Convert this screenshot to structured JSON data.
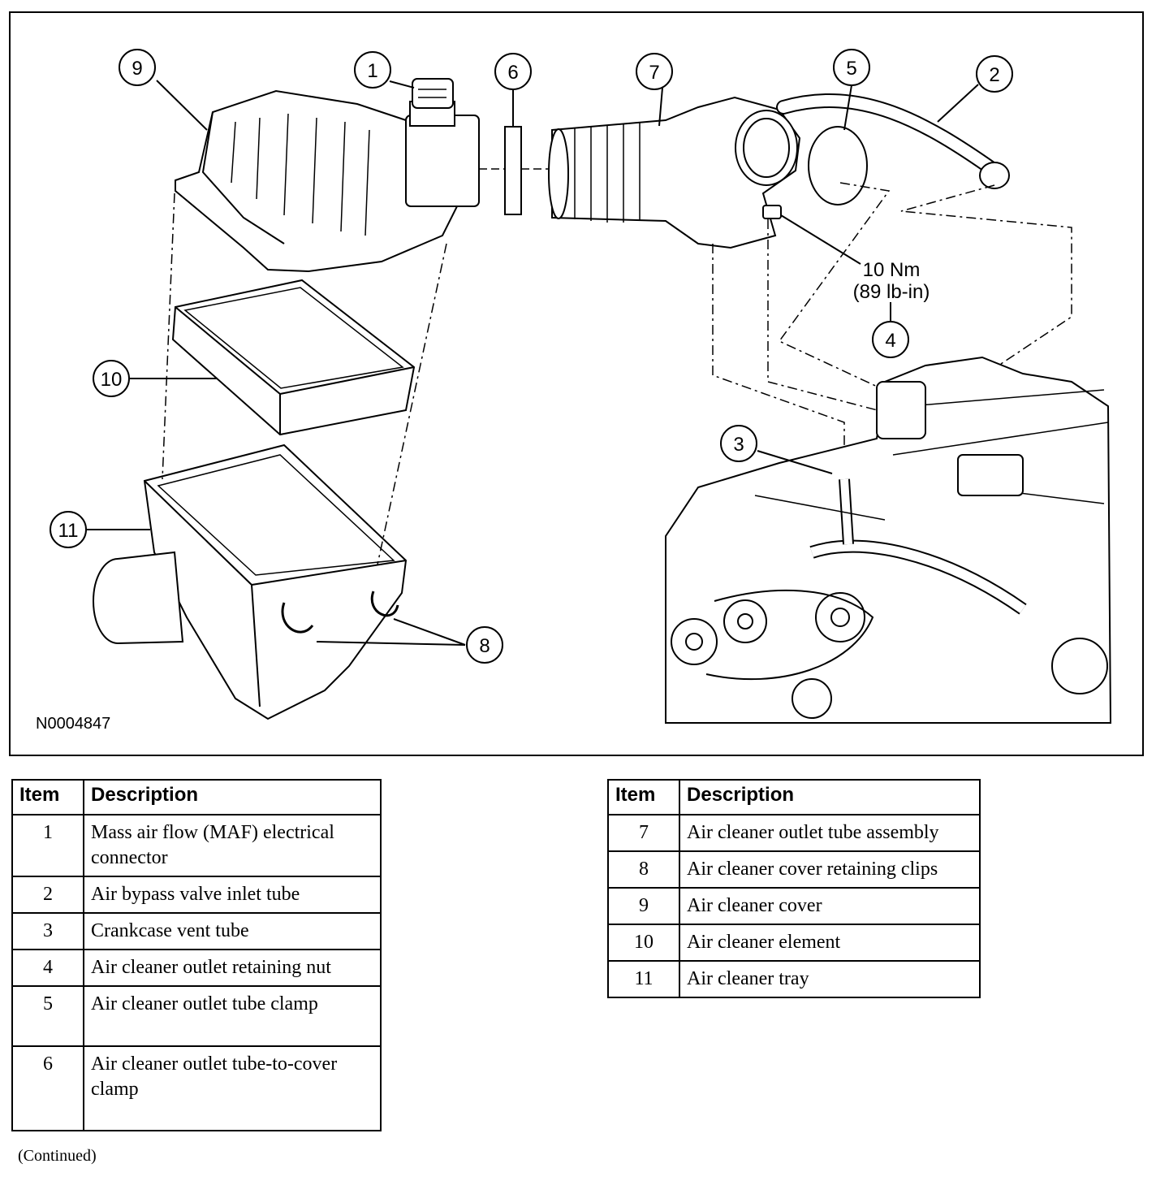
{
  "figure": {
    "id": "N0004847",
    "callouts": [
      "1",
      "2",
      "3",
      "4",
      "5",
      "6",
      "7",
      "8",
      "9",
      "10",
      "11"
    ],
    "torque_line1": "10 Nm",
    "torque_line2": "(89 lb-in)"
  },
  "legend": {
    "header_item": "Item",
    "header_description": "Description",
    "left": [
      {
        "item": "1",
        "description": "Mass air flow (MAF) electrical connector"
      },
      {
        "item": "2",
        "description": "Air bypass valve inlet tube"
      },
      {
        "item": "3",
        "description": "Crankcase vent tube"
      },
      {
        "item": "4",
        "description": "Air cleaner outlet retaining nut"
      },
      {
        "item": "5",
        "description": "Air cleaner outlet tube clamp"
      },
      {
        "item": "6",
        "description": "Air cleaner outlet tube-to-cover clamp"
      }
    ],
    "right": [
      {
        "item": "7",
        "description": "Air cleaner outlet tube assembly"
      },
      {
        "item": "8",
        "description": "Air cleaner cover retaining clips"
      },
      {
        "item": "9",
        "description": "Air cleaner cover"
      },
      {
        "item": "10",
        "description": "Air cleaner element"
      },
      {
        "item": "11",
        "description": "Air cleaner tray"
      }
    ]
  },
  "footer": {
    "continued": "(Continued)"
  }
}
